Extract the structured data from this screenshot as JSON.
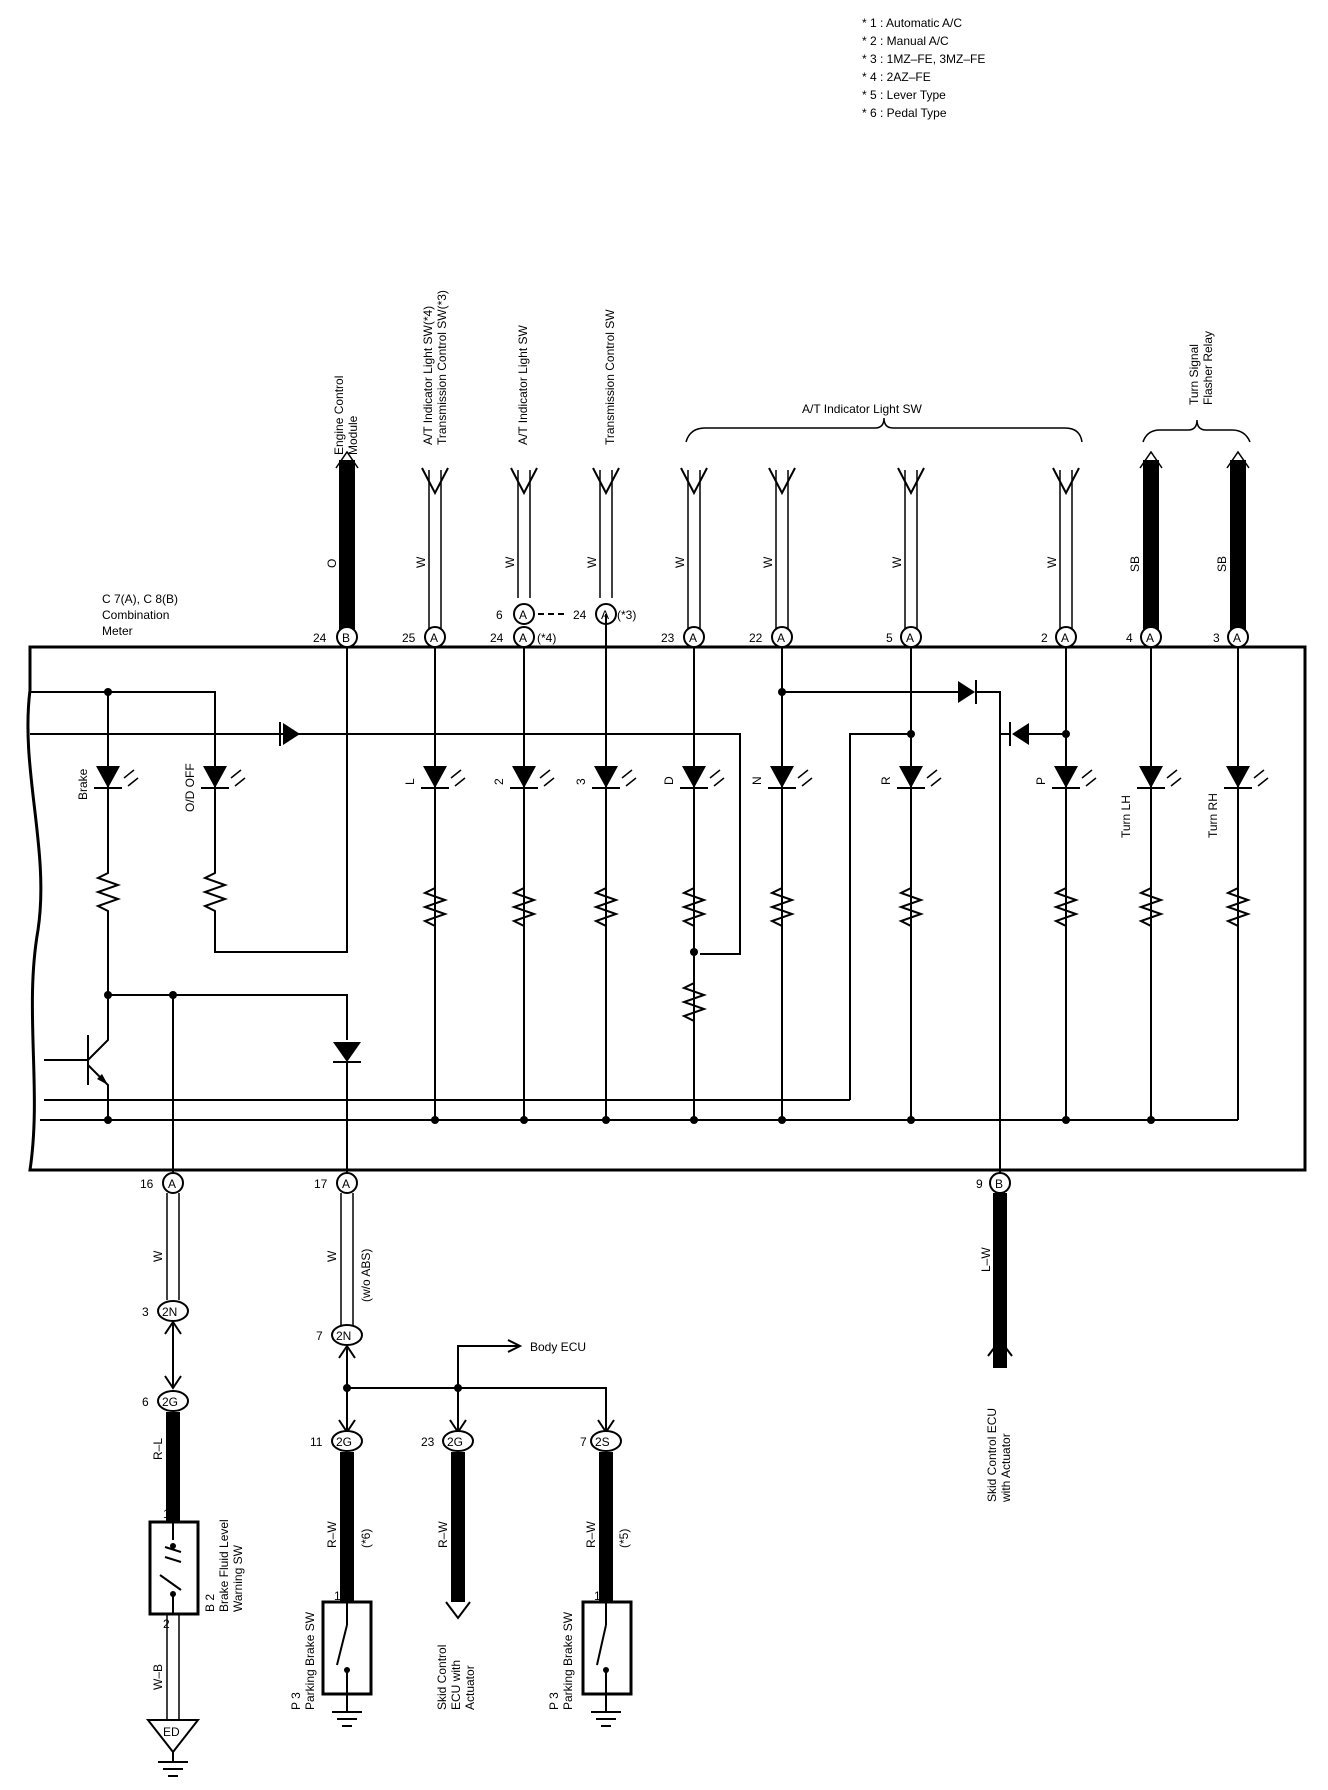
{
  "notes": [
    "* 1 : Automatic A/C",
    "* 2 : Manual A/C",
    "* 3 : 1MZ–FE, 3MZ–FE",
    "* 4 : 2AZ–FE",
    "* 5 : Lever Type",
    "* 6 : Pedal Type"
  ],
  "meter": {
    "code": "C 7(A), C 8(B)",
    "name1": "Combination",
    "name2": "Meter"
  },
  "top": {
    "ecm1": "Engine Control",
    "ecm2": "Module",
    "atsw4": "A/T Indicator Light SW(*4)",
    "tcsw3": "Transmission Control SW(*3)",
    "atsw": "A/T Indicator Light SW",
    "tcsw": "Transmission Control SW",
    "at_group": "A/T Indicator Light SW",
    "turn1": "Turn Signal",
    "turn2": "Flasher Relay"
  },
  "wires": {
    "o": "O",
    "w": "W",
    "sb": "SB",
    "lw": "L–W",
    "rl": "R–L",
    "wb": "W–B",
    "rw": "R–W"
  },
  "pins": {
    "p24": "24",
    "p25": "25",
    "p6": "6",
    "p23": "23",
    "p22": "22",
    "p5": "5",
    "p2": "2",
    "p4": "4",
    "p3": "3",
    "p16": "16",
    "p17": "17",
    "p9": "9",
    "p7": "7",
    "p11": "11",
    "p1": "1"
  },
  "conn": {
    "a": "A",
    "b": "B",
    "n2": "2N",
    "g2": "2G",
    "s2": "2S",
    "ed": "ED"
  },
  "notes_inline": {
    "s4": "(*4)",
    "s3": "(*3)",
    "s6": "(*6)",
    "s5": "(*5)",
    "woabs": "(w/o ABS)"
  },
  "lamps": {
    "brake": "Brake",
    "od": "O/D OFF",
    "l": "L",
    "two": "2",
    "three": "3",
    "d": "D",
    "n": "N",
    "r": "R",
    "p": "P",
    "tlh": "Turn LH",
    "trh": "Turn RH"
  },
  "bottom": {
    "body_ecu": "Body ECU",
    "skid1": "Skid Control ECU",
    "skid2": "with Actuator",
    "skidb1": "Skid Control",
    "skidb2": "ECU with",
    "skidb3": "Actuator",
    "b2": "B 2",
    "bfl1": "Brake Fluid Level",
    "bfl2": "Warning SW",
    "p3": "P 3",
    "pbsw": "Parking Brake SW"
  }
}
